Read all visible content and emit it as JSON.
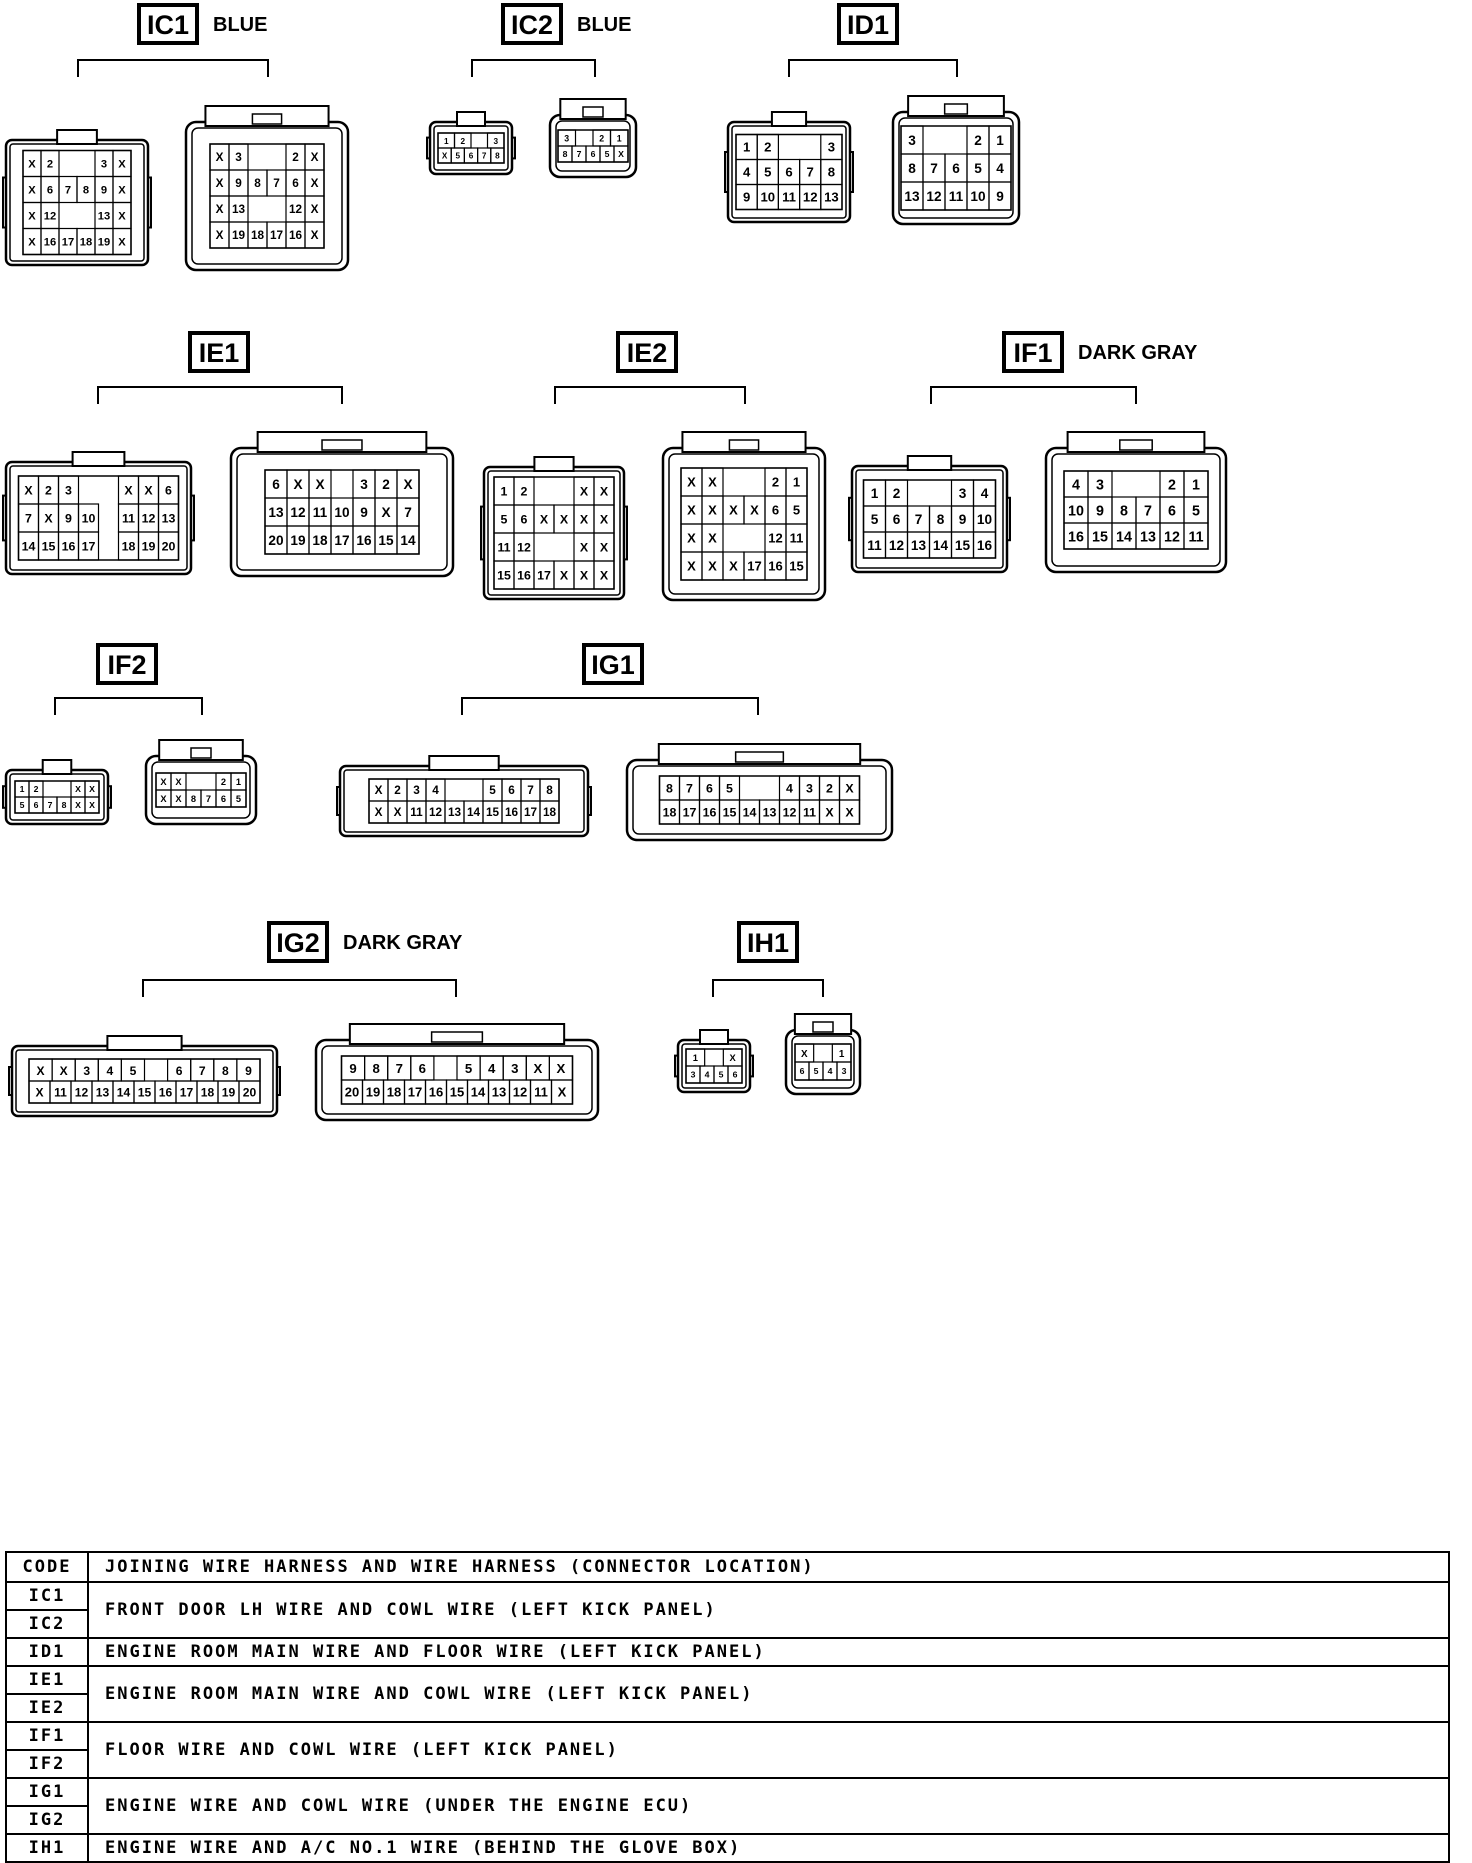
{
  "connectors": [
    {
      "code": "IC1",
      "color": "BLUE",
      "sides": [
        {
          "rows": [
            [
              "X",
              "2",
              "",
              "",
              "3",
              "X"
            ],
            [
              "X",
              "6",
              "7",
              "8",
              "9",
              "X"
            ],
            [
              "X",
              "12",
              "",
              "",
              "13",
              "X"
            ],
            [
              "X",
              "16",
              "17",
              "18",
              "19",
              "X"
            ]
          ]
        },
        {
          "rows": [
            [
              "X",
              "3",
              "",
              "",
              "2",
              "X"
            ],
            [
              "X",
              "9",
              "8",
              "7",
              "6",
              "X"
            ],
            [
              "X",
              "13",
              "",
              "",
              "12",
              "X"
            ],
            [
              "X",
              "19",
              "18",
              "17",
              "16",
              "X"
            ]
          ]
        }
      ]
    },
    {
      "code": "IC2",
      "color": "BLUE",
      "sides": [
        {
          "rows": [
            [
              "1",
              "2",
              "",
              "3"
            ],
            [
              "X",
              "5",
              "6",
              "7",
              "8"
            ]
          ]
        },
        {
          "rows": [
            [
              "3",
              "",
              "2",
              "1"
            ],
            [
              "8",
              "7",
              "6",
              "5",
              "X"
            ]
          ]
        }
      ]
    },
    {
      "code": "ID1",
      "color": "",
      "sides": [
        {
          "rows": [
            [
              "1",
              "2",
              "",
              "",
              "3"
            ],
            [
              "4",
              "5",
              "6",
              "7",
              "8"
            ],
            [
              "9",
              "10",
              "11",
              "12",
              "13"
            ]
          ]
        },
        {
          "rows": [
            [
              "3",
              "",
              "",
              "2",
              "1"
            ],
            [
              "8",
              "7",
              "6",
              "5",
              "4"
            ],
            [
              "13",
              "12",
              "11",
              "10",
              "9"
            ]
          ]
        }
      ]
    },
    {
      "code": "IE1",
      "color": "",
      "sides": [
        {
          "rows": [
            [
              "X",
              "2",
              "3",
              "",
              "",
              "X",
              "X",
              "6"
            ],
            [
              "7",
              "X",
              "9",
              "10",
              "",
              "11",
              "12",
              "13"
            ],
            [
              "14",
              "15",
              "16",
              "17",
              "",
              "18",
              "19",
              "20"
            ]
          ]
        },
        {
          "rows": [
            [
              "6",
              "X",
              "X",
              "",
              "3",
              "2",
              "X"
            ],
            [
              "13",
              "12",
              "11",
              "10",
              "9",
              "X",
              "7"
            ],
            [
              "20",
              "19",
              "18",
              "17",
              "16",
              "15",
              "14"
            ]
          ]
        }
      ]
    },
    {
      "code": "IE2",
      "color": "",
      "sides": [
        {
          "rows": [
            [
              "1",
              "2",
              "",
              "",
              "X",
              "X"
            ],
            [
              "5",
              "6",
              "X",
              "X",
              "X",
              "X"
            ],
            [
              "11",
              "12",
              "",
              "",
              "X",
              "X"
            ],
            [
              "15",
              "16",
              "17",
              "X",
              "X",
              "X"
            ]
          ]
        },
        {
          "rows": [
            [
              "X",
              "X",
              "",
              "",
              "2",
              "1"
            ],
            [
              "X",
              "X",
              "X",
              "X",
              "6",
              "5"
            ],
            [
              "X",
              "X",
              "",
              "",
              "12",
              "11"
            ],
            [
              "X",
              "X",
              "X",
              "17",
              "16",
              "15"
            ]
          ]
        }
      ]
    },
    {
      "code": "IF1",
      "color": "DARK GRAY",
      "sides": [
        {
          "rows": [
            [
              "1",
              "2",
              "",
              "",
              "3",
              "4"
            ],
            [
              "5",
              "6",
              "7",
              "8",
              "9",
              "10"
            ],
            [
              "11",
              "12",
              "13",
              "14",
              "15",
              "16"
            ]
          ]
        },
        {
          "rows": [
            [
              "4",
              "3",
              "",
              "",
              "2",
              "1"
            ],
            [
              "10",
              "9",
              "8",
              "7",
              "6",
              "5"
            ],
            [
              "16",
              "15",
              "14",
              "13",
              "12",
              "11"
            ]
          ]
        }
      ]
    },
    {
      "code": "IF2",
      "color": "",
      "sides": [
        {
          "rows": [
            [
              "1",
              "2",
              "",
              "",
              "X",
              "X"
            ],
            [
              "5",
              "6",
              "7",
              "8",
              "X",
              "X"
            ]
          ]
        },
        {
          "rows": [
            [
              "X",
              "X",
              "",
              "",
              "2",
              "1"
            ],
            [
              "X",
              "X",
              "8",
              "7",
              "6",
              "5"
            ]
          ]
        }
      ]
    },
    {
      "code": "IG1",
      "color": "",
      "sides": [
        {
          "rows": [
            [
              "X",
              "2",
              "3",
              "4",
              "",
              "",
              "5",
              "6",
              "7",
              "8"
            ],
            [
              "X",
              "X",
              "11",
              "12",
              "13",
              "14",
              "15",
              "16",
              "17",
              "18"
            ]
          ]
        },
        {
          "rows": [
            [
              "8",
              "7",
              "6",
              "5",
              "",
              "",
              "4",
              "3",
              "2",
              "X"
            ],
            [
              "18",
              "17",
              "16",
              "15",
              "14",
              "13",
              "12",
              "11",
              "X",
              "X"
            ]
          ]
        }
      ]
    },
    {
      "code": "IG2",
      "color": "DARK GRAY",
      "sides": [
        {
          "rows": [
            [
              "X",
              "X",
              "3",
              "4",
              "5",
              "",
              "6",
              "7",
              "8",
              "9"
            ],
            [
              "X",
              "11",
              "12",
              "13",
              "14",
              "15",
              "16",
              "17",
              "18",
              "19",
              "20"
            ]
          ]
        },
        {
          "rows": [
            [
              "9",
              "8",
              "7",
              "6",
              "",
              "5",
              "4",
              "3",
              "X",
              "X"
            ],
            [
              "20",
              "19",
              "18",
              "17",
              "16",
              "15",
              "14",
              "13",
              "12",
              "11",
              "X"
            ]
          ]
        }
      ]
    },
    {
      "code": "IH1",
      "color": "",
      "sides": [
        {
          "rows": [
            [
              "1",
              "",
              "X"
            ],
            [
              "3",
              "4",
              "5",
              "6"
            ]
          ]
        },
        {
          "rows": [
            [
              "X",
              "",
              "1"
            ],
            [
              "6",
              "5",
              "4",
              "3"
            ]
          ]
        }
      ]
    }
  ],
  "legend": {
    "header": {
      "code": "CODE",
      "desc": "JOINING WIRE HARNESS AND WIRE HARNESS (CONNECTOR LOCATION)"
    },
    "rows": [
      {
        "codes": [
          "IC1",
          "IC2"
        ],
        "desc": "FRONT DOOR LH WIRE AND COWL WIRE (LEFT KICK PANEL)"
      },
      {
        "codes": [
          "ID1"
        ],
        "desc": "ENGINE ROOM MAIN WIRE AND FLOOR WIRE (LEFT KICK PANEL)"
      },
      {
        "codes": [
          "IE1",
          "IE2"
        ],
        "desc": "ENGINE ROOM MAIN WIRE AND COWL WIRE (LEFT KICK PANEL)"
      },
      {
        "codes": [
          "IF1",
          "IF2"
        ],
        "desc": "FLOOR WIRE AND COWL WIRE (LEFT KICK PANEL)"
      },
      {
        "codes": [
          "IG1",
          "IG2"
        ],
        "desc": "ENGINE WIRE AND COWL WIRE (UNDER THE ENGINE ECU)"
      },
      {
        "codes": [
          "IH1"
        ],
        "desc": "ENGINE WIRE AND A/C NO.1 WIRE (BEHIND THE GLOVE BOX)"
      }
    ]
  }
}
